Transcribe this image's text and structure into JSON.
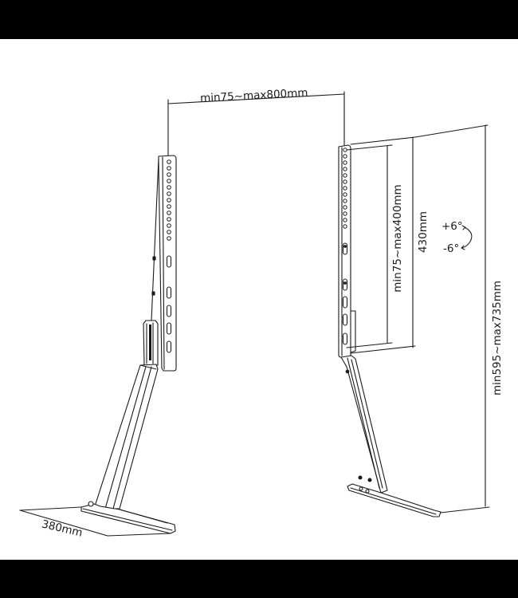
{
  "diagram": {
    "type": "technical-dimension-drawing",
    "subject": "tabletop TV stand (two legs)",
    "colors": {
      "background": "#ffffff",
      "line": "#1a1a1a",
      "frame_bars": "#000000"
    },
    "dimensions": {
      "width_between_brackets": "min75~max800mm",
      "vesa_vertical": "min75~max400mm",
      "bracket_height": "430mm",
      "total_height": "min595~max735mm",
      "base_depth": "380mm"
    },
    "tilt": {
      "up": "+6°",
      "down": "-6°"
    }
  }
}
